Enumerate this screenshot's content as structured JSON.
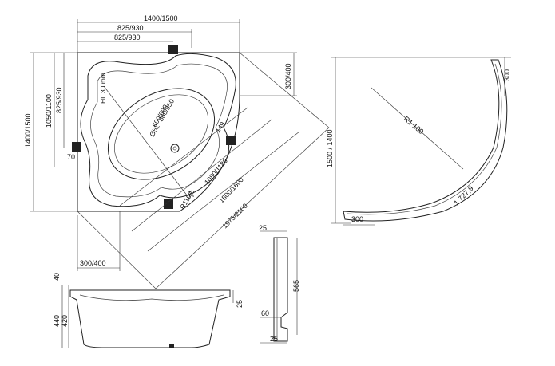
{
  "top_view": {
    "width_label": "1400/1500",
    "dim_825_930_a": "825/930",
    "dim_825_930_b": "825/930",
    "height_label": "1400/1500",
    "dim_1050_1100": "1050/1100",
    "dim_825_930_left": "825/930",
    "dim_300_400_right": "300/400",
    "dim_300_400_bottom": "300/400",
    "dim_70_left": "70",
    "dim_70_diag": "70",
    "hl": "HL 30 mm",
    "dim_860_950": "860/950",
    "dim_600_690": "600/690",
    "dim_52": "Ø52",
    "dim_149": "149",
    "dim_r1100_inner": "R1100",
    "dim_1080_1180": "1080/1180",
    "dim_1500_1600": "1500/1600",
    "dim_1975_2100": "1975/2100"
  },
  "side_view": {
    "radius": "R1 100",
    "height_label": "1500 / 1400",
    "arc_length": "1 727,9",
    "dim_300_top": "300",
    "dim_300_bottom": "300"
  },
  "section_view": {
    "dim_40": "40",
    "dim_440": "440",
    "dim_420": "420",
    "dim_25": "25"
  },
  "panel_view": {
    "dim_25_top": "25",
    "dim_565": "565",
    "dim_60": "60",
    "dim_25_bottom": "25"
  }
}
